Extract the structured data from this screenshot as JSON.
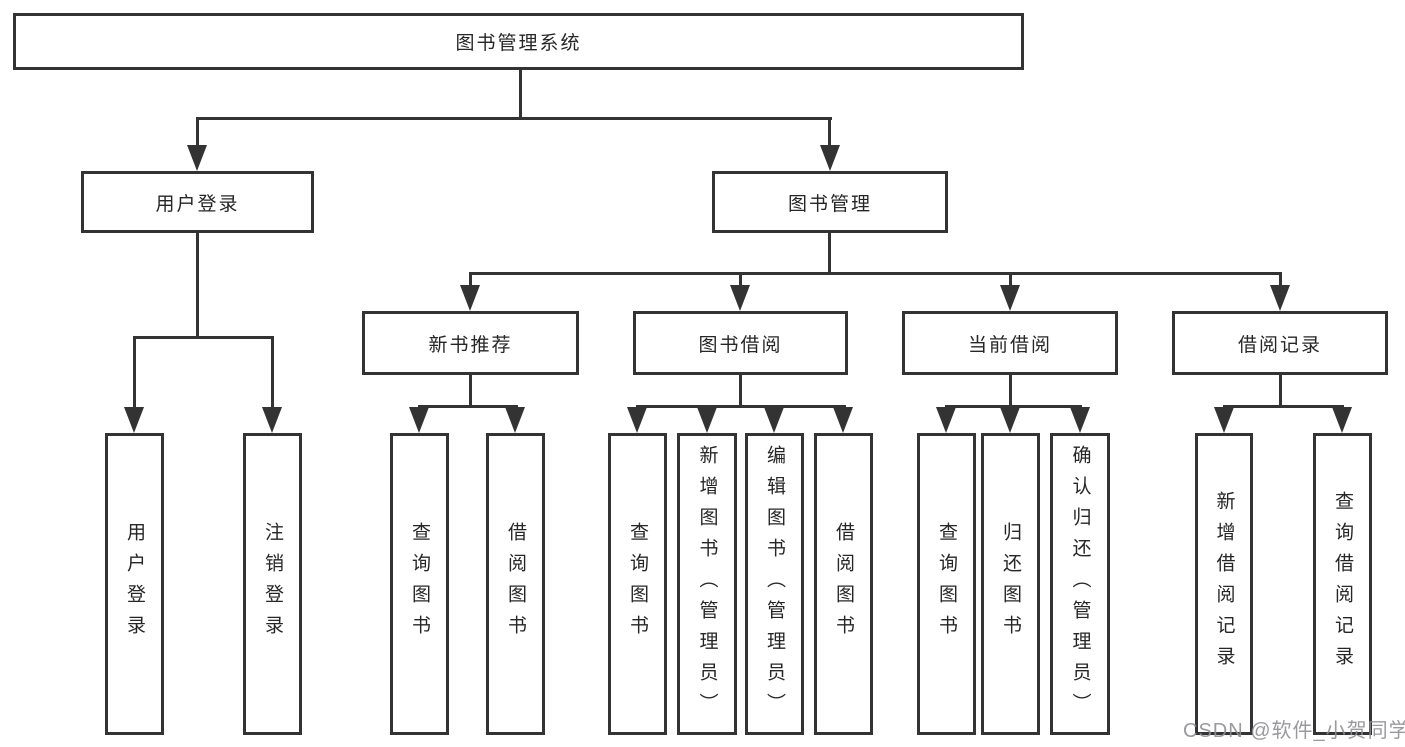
{
  "tree": {
    "label": "图书管理系统",
    "children": [
      {
        "label": "用户登录",
        "children": [
          {
            "label": "用户登录"
          },
          {
            "label": "注销登录"
          }
        ]
      },
      {
        "label": "图书管理",
        "children": [
          {
            "label": "新书推荐",
            "children": [
              {
                "label": "查询图书"
              },
              {
                "label": "借阅图书"
              }
            ]
          },
          {
            "label": "图书借阅",
            "children": [
              {
                "label": "查询图书"
              },
              {
                "label": "新增图书（管理员）"
              },
              {
                "label": "编辑图书（管理员）"
              },
              {
                "label": "借阅图书"
              }
            ]
          },
          {
            "label": "当前借阅",
            "children": [
              {
                "label": "查询图书"
              },
              {
                "label": "归还图书"
              },
              {
                "label": "确认归还（管理员）"
              }
            ]
          },
          {
            "label": "借阅记录",
            "children": [
              {
                "label": "新增借阅记录"
              },
              {
                "label": "查询借阅记录"
              }
            ]
          }
        ]
      }
    ]
  },
  "watermark": {
    "text": "CSDN @软件_小贺同学"
  },
  "colors": {
    "line": "#333333",
    "background": "#ffffff",
    "text": "#262626",
    "watermark": "#8e8e94"
  }
}
